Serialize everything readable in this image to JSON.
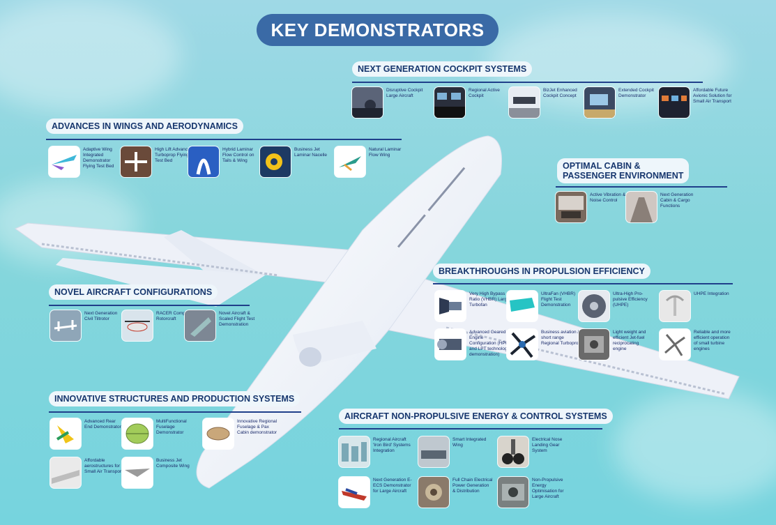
{
  "title": "KEY DEMONSTRATORS",
  "sections": {
    "cockpit": {
      "title": "NEXT GENERATION COCKPIT SYSTEMS",
      "items": [
        "Disruptive Cockpit Large Aircraft",
        "Regional Active Cockpit",
        "BizJet Enhanced Cockpit Concept",
        "Extended Cockpit Demonstrator",
        "Affordable Future Avionic Solution for Small Air Transport"
      ]
    },
    "wings": {
      "title": "ADVANCES IN WINGS AND AERODYNAMICS",
      "items": [
        "Adaptive Wing Integrated Demonstrator Flying Test Bed",
        "High Lift Advanced Turboprop Flying Test Bed",
        "Hybrid Laminar Flow Control on Tails & Wing",
        "Business Jet Laminar Nacelle",
        "Natural Laminar Flow Wing"
      ]
    },
    "cabin": {
      "title_line1": "OPTIMAL CABIN &",
      "title_line2": "PASSENGER ENVIRONMENT",
      "items": [
        "Active Vibration & Noise Control",
        "Next Generation Cabin & Cargo Functions"
      ]
    },
    "propulsion": {
      "title": "BREAKTHROUGHS IN PROPULSION EFFICIENCY",
      "items": [
        "Very High Bypass Ratio (VHBR) Large Turbofan",
        "UltraFan (VHBR) Flight Test Demonstration",
        "Ultra-High Pro-pulsive Efficiency (UHPE)",
        "UHPE Integration",
        "Advanced Geared Engine Configuration (HPC and LPT technology demonstration)",
        "Business aviation / short range Regional Turboprop",
        "Light weight and efficient Jet-fuel reciprocating engine",
        "Reliable and more efficient operation of small turbine engines"
      ]
    },
    "novel": {
      "title": "NOVEL AIRCRAFT CONFIGURATIONS",
      "items": [
        "Next Generation Civil Tiltrotor",
        "RACER Compound Rotorcraft",
        "Novel Aircraft & Scaled Flight Test Demonstration"
      ]
    },
    "structures": {
      "title": "INNOVATIVE STRUCTURES AND PRODUCTION SYSTEMS",
      "items": [
        "Advanced Rear End Demonstrator",
        "MultiFunctional Fuselage Demonstrator",
        "Innovative Regional Fuselage & Pax Cabin demonstrator",
        "Affordable aerostructures for Small Air Transport",
        "Business Jet Composite Wing"
      ]
    },
    "energy": {
      "title": "AIRCRAFT NON-PROPULSIVE ENERGY & CONTROL SYSTEMS",
      "items": [
        "Regional Aircraft 'Iron Bird' Systems Integration",
        "Smart Integrated Wing",
        "Electrical Nose Landing Gear System",
        "Next Generation E-ECS Demonstrator for Large Aircraft",
        "Full Chain Electrical Power Generation & Distribution",
        "Non-Propulsive Energy Optimisation for Large Aircraft"
      ]
    }
  },
  "colors": {
    "title_bg": "#3a6aa6",
    "heading_text": "#17376e",
    "rule": "#1f3f8a",
    "background": "#86d6dc"
  },
  "icons": [
    "cockpit-photo-icon",
    "aircraft-photo-icon",
    "engine-photo-icon",
    "cabin-photo-icon",
    "wing-photo-icon",
    "landing-gear-photo-icon"
  ]
}
